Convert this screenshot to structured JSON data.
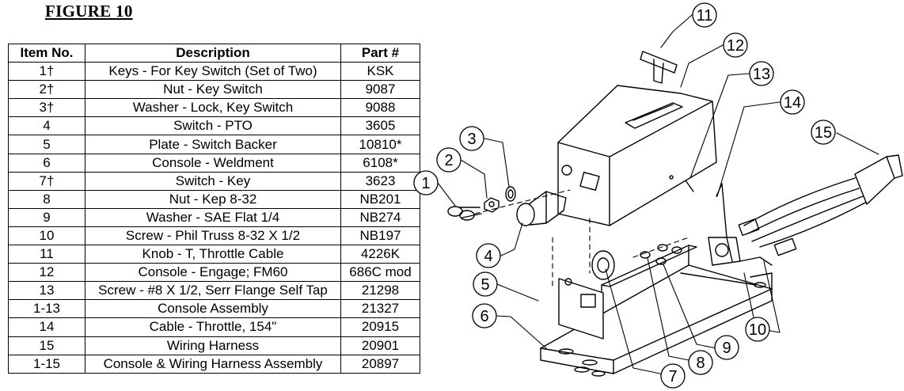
{
  "figure_title": "FIGURE 10",
  "table": {
    "headers": [
      "Item No.",
      "Description",
      "Part #"
    ],
    "rows": [
      [
        "1†",
        "Keys - For Key Switch (Set of Two)",
        "KSK"
      ],
      [
        "2†",
        "Nut - Key Switch",
        "9087"
      ],
      [
        "3†",
        "Washer - Lock, Key Switch",
        "9088"
      ],
      [
        "4",
        "Switch - PTO",
        "3605"
      ],
      [
        "5",
        "Plate - Switch Backer",
        "10810*"
      ],
      [
        "6",
        "Console - Weldment",
        "6108*"
      ],
      [
        "7†",
        "Switch - Key",
        "3623"
      ],
      [
        "8",
        "Nut - Kep 8-32",
        "NB201"
      ],
      [
        "9",
        "Washer - SAE Flat 1/4",
        "NB274"
      ],
      [
        "10",
        "Screw - Phil Truss 8-32 X 1/2",
        "NB197"
      ],
      [
        "11",
        "Knob - T, Throttle Cable",
        "4226K"
      ],
      [
        "12",
        "Console - Engage; FM60",
        "686C mod"
      ],
      [
        "13",
        "Screw - #8 X 1/2, Serr Flange Self Tap",
        "21298"
      ],
      [
        "1-13",
        "Console Assembly",
        "21327"
      ],
      [
        "14",
        "Cable - Throttle, 154\"",
        "20915"
      ],
      [
        "15",
        "Wiring Harness",
        "20901"
      ],
      [
        "1-15",
        "Console & Wiring Harness Assembly",
        "20897"
      ]
    ]
  },
  "callouts": [
    "1",
    "2",
    "3",
    "4",
    "5",
    "6",
    "7",
    "8",
    "9",
    "10",
    "11",
    "12",
    "13",
    "14",
    "15"
  ]
}
